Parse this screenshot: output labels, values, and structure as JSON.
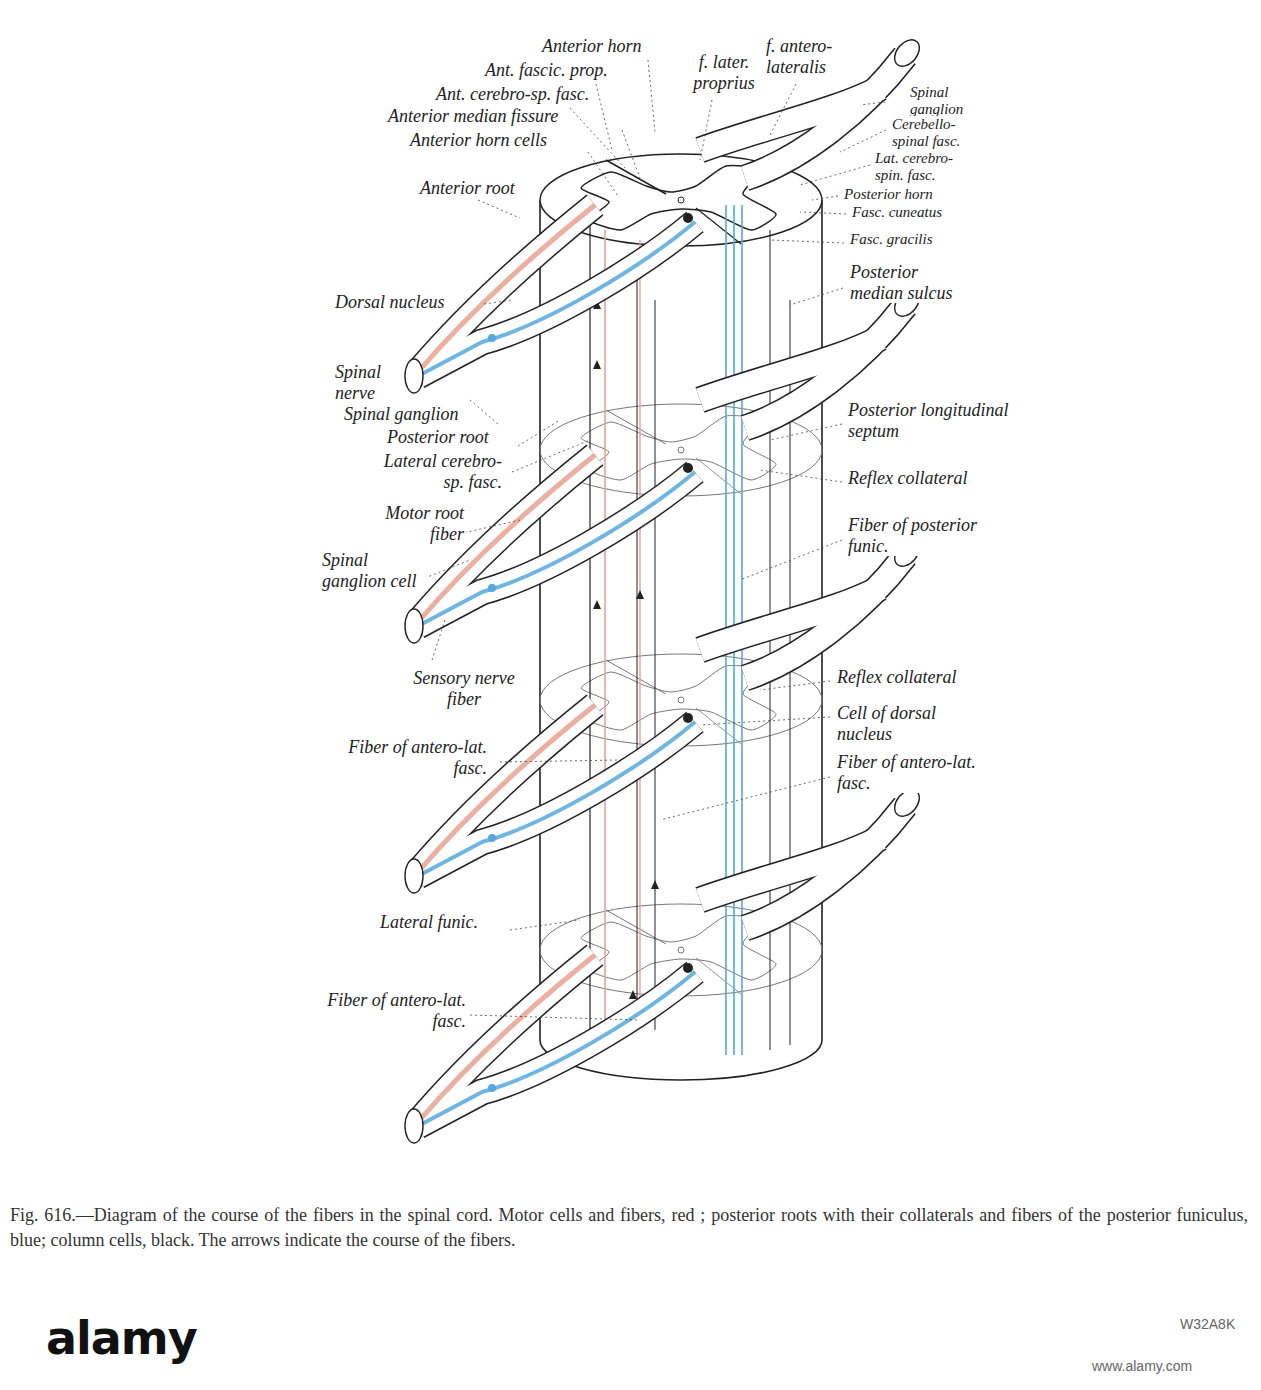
{
  "diagram": {
    "caption": "Fig. 616.—Diagram of the course of the fibers in the spinal cord. Motor cells and fibers, red ; posterior roots with their collaterals and fibers of the posterior funiculus, blue; column cells, black. The arrows indicate the course of the fibers.",
    "labels": [
      "Anterior horn",
      "Ant. fascic. prop.",
      "Ant. cerebro-sp. fasc.",
      "Anterior median fissure",
      "Anterior horn cells",
      "f. later. proprius",
      "f. antero-lateralis",
      "Spinal ganglion",
      "Cerebello-spinal fasc.",
      "Lat. cerebro-spin. fasc.",
      "Posterior horn",
      "Fasc. cuneatus",
      "Fasc. gracilis",
      "Posterior median sulcus",
      "Anterior root",
      "Dorsal nucleus",
      "Spinal nerve",
      "Spinal ganglion",
      "Posterior root",
      "Lateral cerebro-sp. fasc.",
      "Motor root fiber",
      "Spinal ganglion cell",
      "Sensory nerve fiber",
      "Fiber of antero-lat. fasc.",
      "Lateral funic.",
      "Fiber of antero-lat. fasc.",
      "Posterior longitudinal septum",
      "Reflex collateral",
      "Fiber of posterior funic.",
      "Reflex collateral",
      "Cell of dorsal nucleus",
      "Fiber of antero-lat. fasc.",
      "alamy",
      "www.alamy.com",
      "W32A8K"
    ]
  }
}
